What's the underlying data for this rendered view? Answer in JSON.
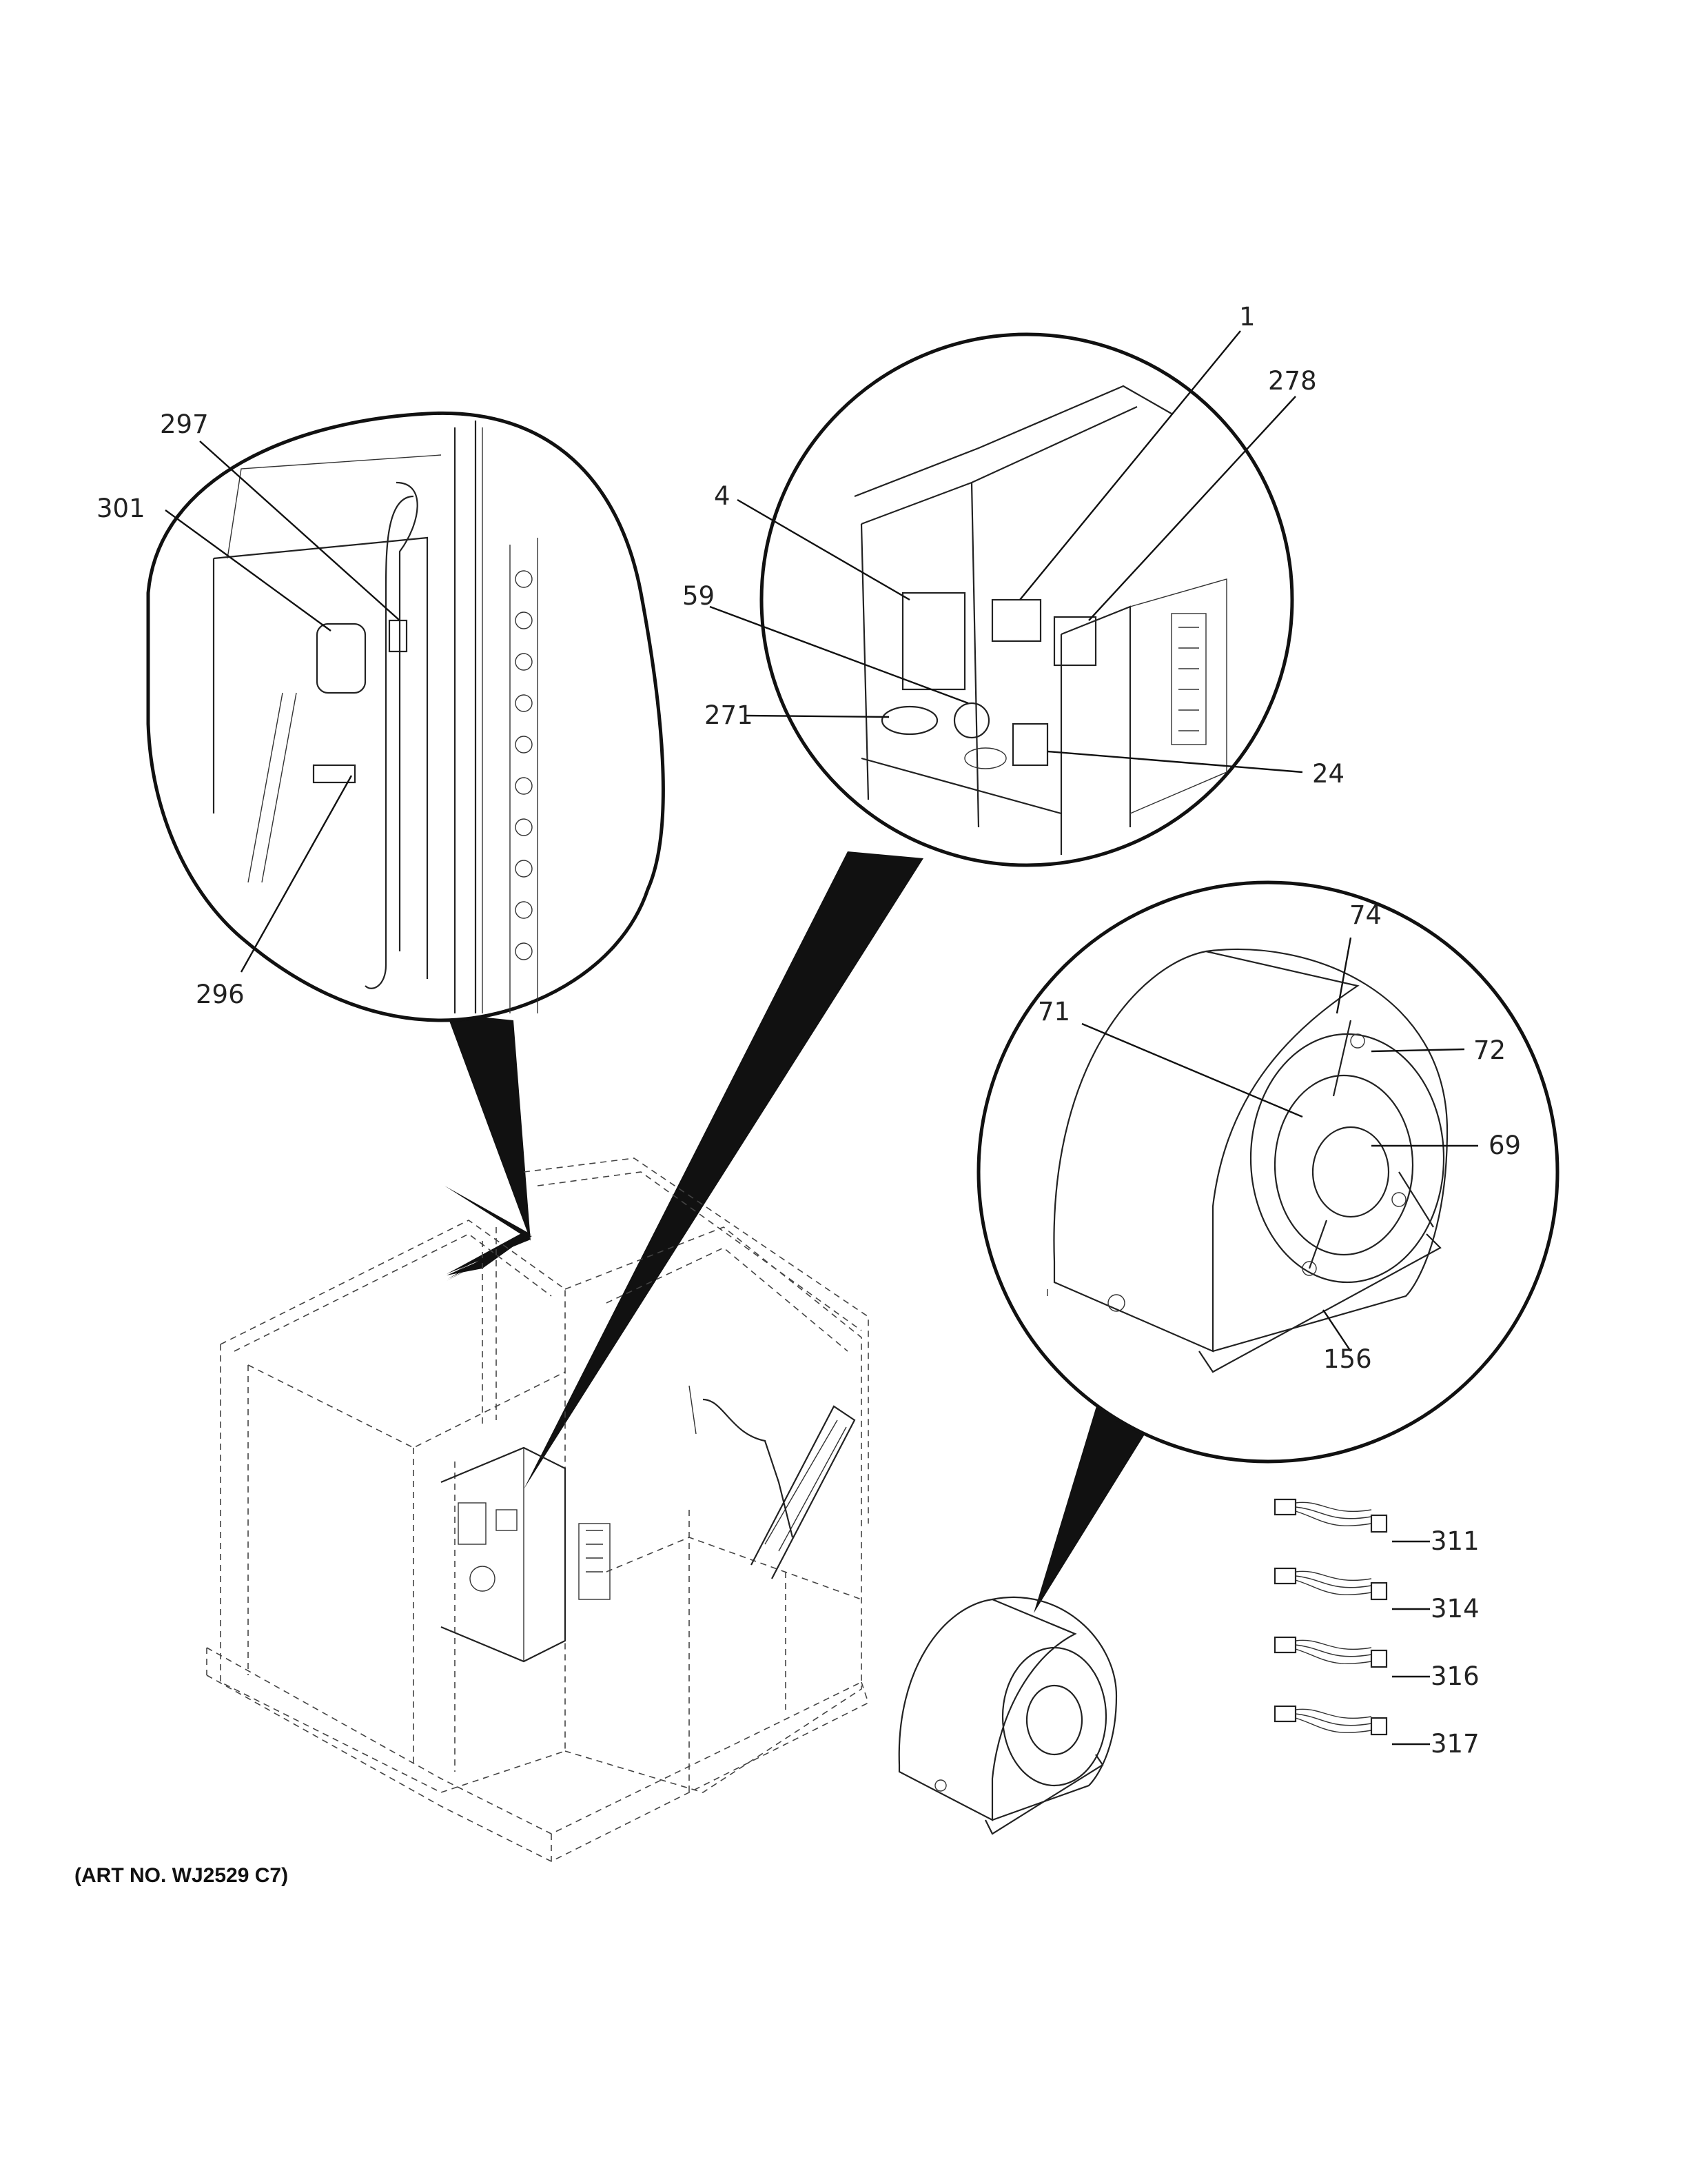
{
  "callouts": {
    "c297": "297",
    "c301": "301",
    "c296": "296",
    "c1": "1",
    "c278": "278",
    "c4": "4",
    "c59": "59",
    "c271": "271",
    "c24": "24",
    "c74": "74",
    "c71": "71",
    "c72": "72",
    "c69": "69",
    "c156": "156",
    "c311": "311",
    "c314": "314",
    "c316": "316",
    "c317": "317"
  },
  "art_number": "(ART NO. WJ2529 C7)"
}
